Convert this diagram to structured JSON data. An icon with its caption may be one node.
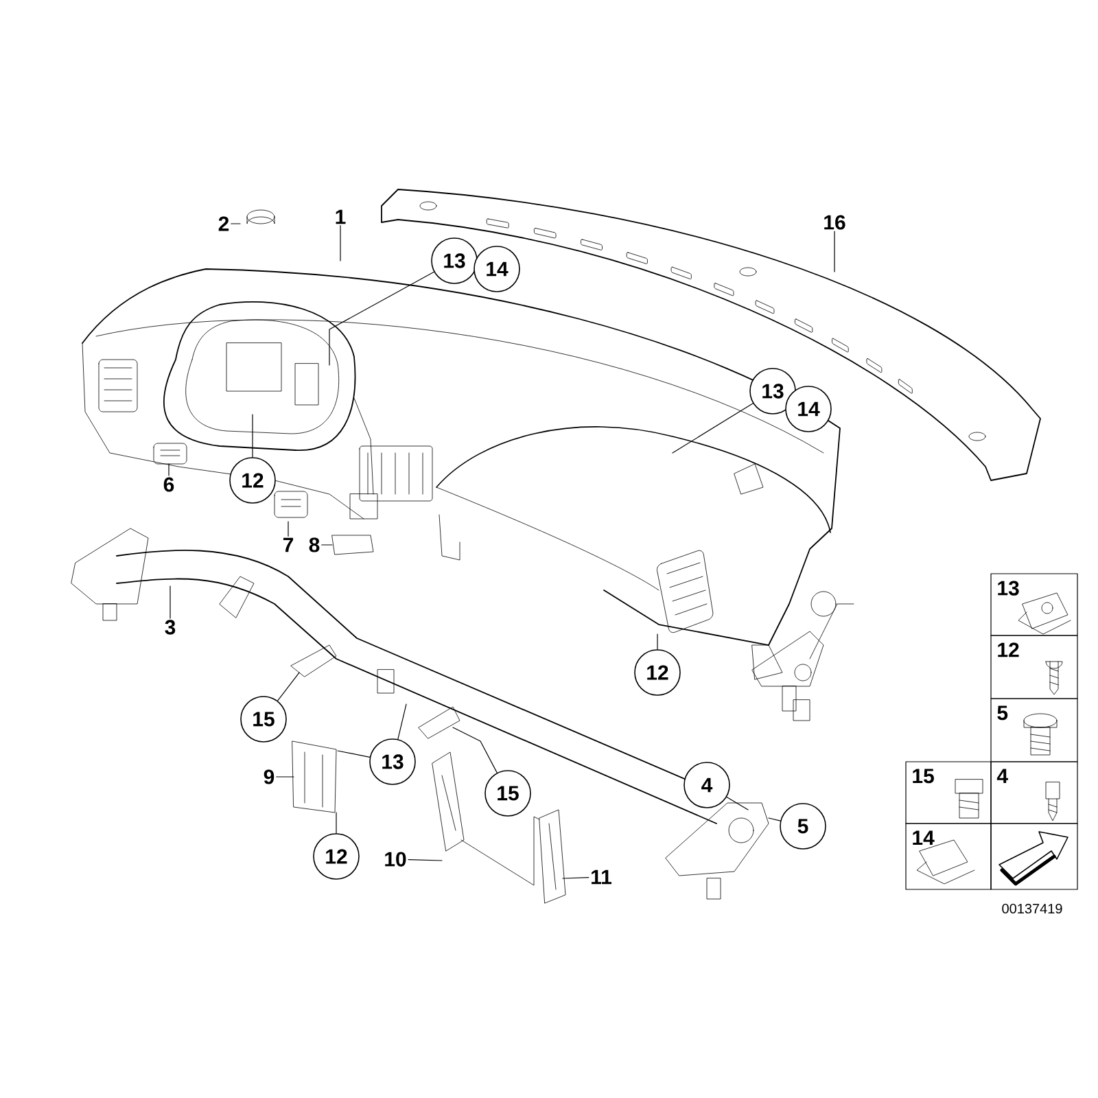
{
  "diagram": {
    "nodes": [
      {
        "text": [
          "2"
        ]
      },
      {
        "text": [
          "1"
        ]
      },
      {
        "text": [
          "16"
        ]
      },
      {
        "text": [
          "13"
        ]
      },
      {
        "text": [
          "14"
        ]
      },
      {
        "text": [
          "13"
        ]
      },
      {
        "text": [
          "14"
        ]
      },
      {
        "text": [
          "6"
        ]
      },
      {
        "text": [
          "12"
        ]
      },
      {
        "text": [
          "7"
        ]
      },
      {
        "text": [
          "8"
        ]
      },
      {
        "text": [
          "3"
        ]
      },
      {
        "text": [
          "12"
        ]
      },
      {
        "text": [
          "15"
        ]
      },
      {
        "text": [
          "13"
        ]
      },
      {
        "text": [
          "9"
        ]
      },
      {
        "text": [
          "15"
        ]
      },
      {
        "text": [
          "4"
        ]
      },
      {
        "text": [
          "5"
        ]
      },
      {
        "text": [
          "12"
        ]
      },
      {
        "text": [
          "10"
        ]
      },
      {
        "text": [
          "11"
        ]
      }
    ],
    "edges": [
      {
        "from": 0,
        "to": null,
        "arrow": "none"
      },
      {
        "from": 1,
        "to": null,
        "arrow": "none"
      },
      {
        "from": 2,
        "to": null,
        "arrow": "none"
      },
      {
        "from": 3,
        "to": null,
        "arrow": "none"
      },
      {
        "from": 5,
        "to": null,
        "arrow": "none"
      },
      {
        "from": 7,
        "to": null,
        "arrow": "none"
      },
      {
        "from": 8,
        "to": null,
        "arrow": "none"
      },
      {
        "from": 9,
        "to": null,
        "arrow": "none"
      },
      {
        "from": 10,
        "to": null,
        "arrow": "none"
      },
      {
        "from": 11,
        "to": null,
        "arrow": "none"
      },
      {
        "from": 12,
        "to": null,
        "arrow": "none"
      },
      {
        "from": 13,
        "to": null,
        "arrow": "none"
      },
      {
        "from": 14,
        "to": null,
        "arrow": "none"
      },
      {
        "from": 14,
        "to": null,
        "arrow": "none"
      },
      {
        "from": 15,
        "to": null,
        "arrow": "none"
      },
      {
        "from": 16,
        "to": null,
        "arrow": "none"
      },
      {
        "from": 17,
        "to": null,
        "arrow": "none"
      },
      {
        "from": 18,
        "to": null,
        "arrow": "none"
      },
      {
        "from": 19,
        "to": null,
        "arrow": "none"
      },
      {
        "from": 20,
        "to": null,
        "arrow": "none"
      },
      {
        "from": 21,
        "to": null,
        "arrow": "none"
      }
    ],
    "labels": [
      "13",
      "12",
      "5",
      "15",
      "4",
      "14",
      "00137419"
    ]
  }
}
